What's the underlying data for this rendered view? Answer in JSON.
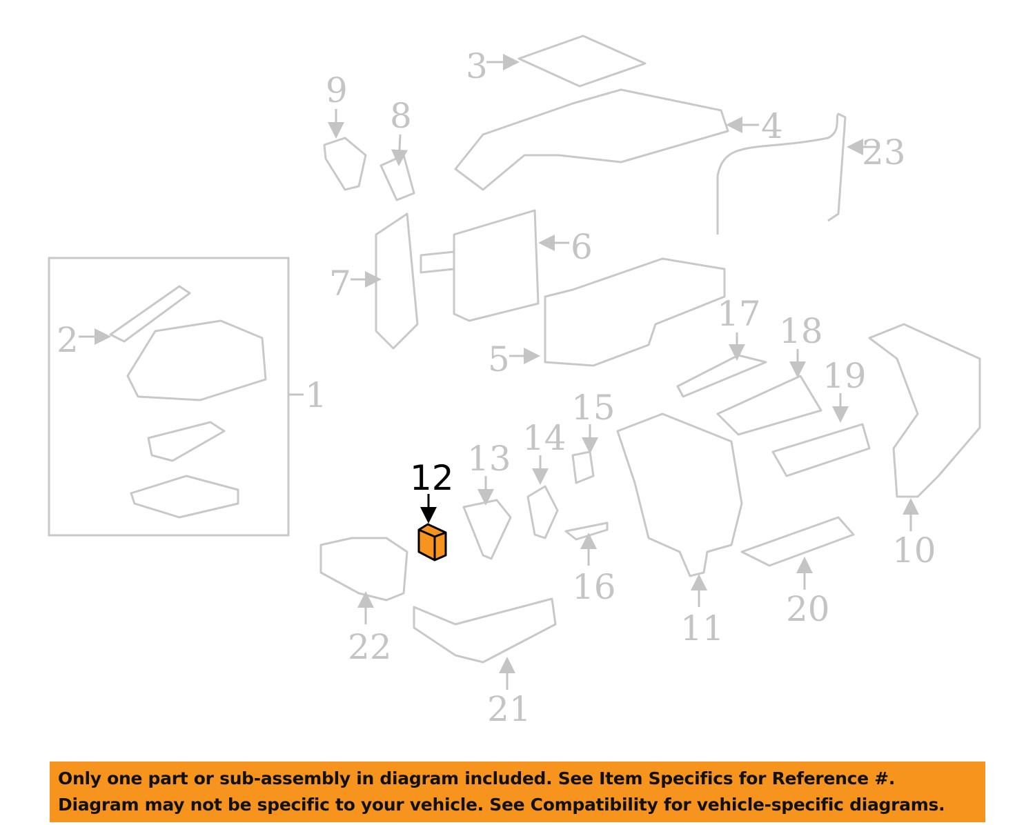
{
  "diagram": {
    "highlighted_part": "12",
    "highlight_color": "#f7941d",
    "callouts": [
      {
        "id": "1",
        "label": "1"
      },
      {
        "id": "2",
        "label": "2"
      },
      {
        "id": "3",
        "label": "3"
      },
      {
        "id": "4",
        "label": "4"
      },
      {
        "id": "5",
        "label": "5"
      },
      {
        "id": "6",
        "label": "6"
      },
      {
        "id": "7",
        "label": "7"
      },
      {
        "id": "8",
        "label": "8"
      },
      {
        "id": "9",
        "label": "9"
      },
      {
        "id": "10",
        "label": "10"
      },
      {
        "id": "11",
        "label": "11"
      },
      {
        "id": "12",
        "label": "12"
      },
      {
        "id": "13",
        "label": "13"
      },
      {
        "id": "14",
        "label": "14"
      },
      {
        "id": "15",
        "label": "15"
      },
      {
        "id": "16",
        "label": "16"
      },
      {
        "id": "17",
        "label": "17"
      },
      {
        "id": "18",
        "label": "18"
      },
      {
        "id": "19",
        "label": "19"
      },
      {
        "id": "20",
        "label": "20"
      },
      {
        "id": "21",
        "label": "21"
      },
      {
        "id": "22",
        "label": "22"
      },
      {
        "id": "23",
        "label": "23"
      }
    ]
  },
  "banner": {
    "line1": "Only one part or sub-assembly in diagram included. See Item Specifics for Reference #.",
    "line2": "Diagram may not be specific to your vehicle. See Compatibility for vehicle-specific diagrams.",
    "color": "#f7941d"
  }
}
